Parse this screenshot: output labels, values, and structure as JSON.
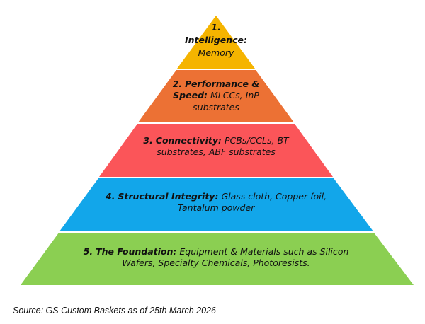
{
  "diagram": {
    "layers": [
      {
        "number": "1.",
        "title": "Intelligence:",
        "description": "Memory",
        "color": "#f5b400"
      },
      {
        "number": "2.",
        "title": "Performance & Speed:",
        "description": "MLCCs, InP substrates",
        "color": "#ec7134"
      },
      {
        "number": "3.",
        "title": "Connectivity:",
        "description": "PCBs/CCLs, BT substrates, ABF substrates",
        "color": "#fb5559"
      },
      {
        "number": "4.",
        "title": "Structural Integrity:",
        "description": "Glass cloth, Copper foil, Tantalum powder",
        "color": "#12a6ea"
      },
      {
        "number": "5.",
        "title": "The Foundation:",
        "description": "Equipment & Materials such as Silicon Wafers, Specialty Chemicals, Photoresists.",
        "color": "#8bcf52"
      }
    ]
  },
  "footer": {
    "source": "Source: GS Custom Baskets as of 25th March 2026"
  }
}
